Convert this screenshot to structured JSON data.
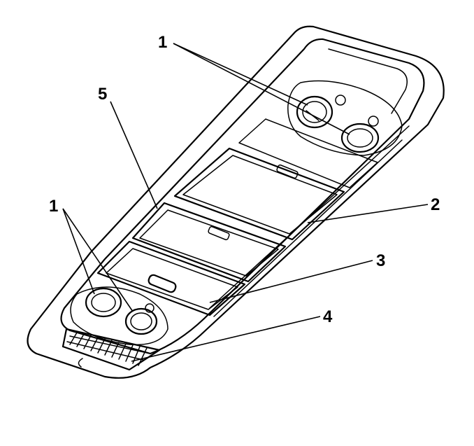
{
  "callouts": {
    "label_1_top": "1",
    "label_1_bottom": "1",
    "label_2": "2",
    "label_3": "3",
    "label_4": "4",
    "label_5": "5"
  },
  "colors": {
    "line": "#000000",
    "background": "#ffffff"
  }
}
